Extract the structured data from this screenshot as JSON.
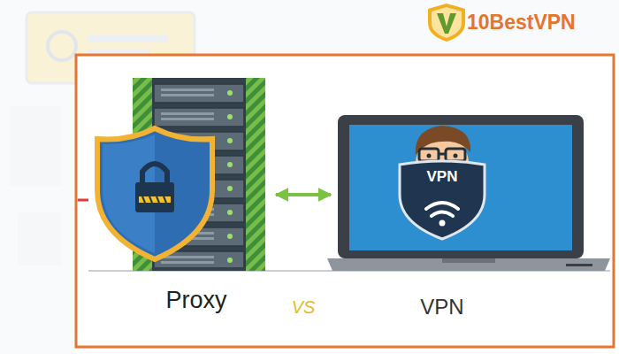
{
  "diagram": {
    "nodes": [
      {
        "text": [
          "Proxy"
        ]
      },
      {
        "text": [
          "VPN",
          "VPN"
        ]
      }
    ],
    "edges": [
      {
        "from": 0,
        "to": 1,
        "arrow": "both"
      }
    ],
    "labels": [
      "10BestVPN",
      "VS"
    ]
  }
}
